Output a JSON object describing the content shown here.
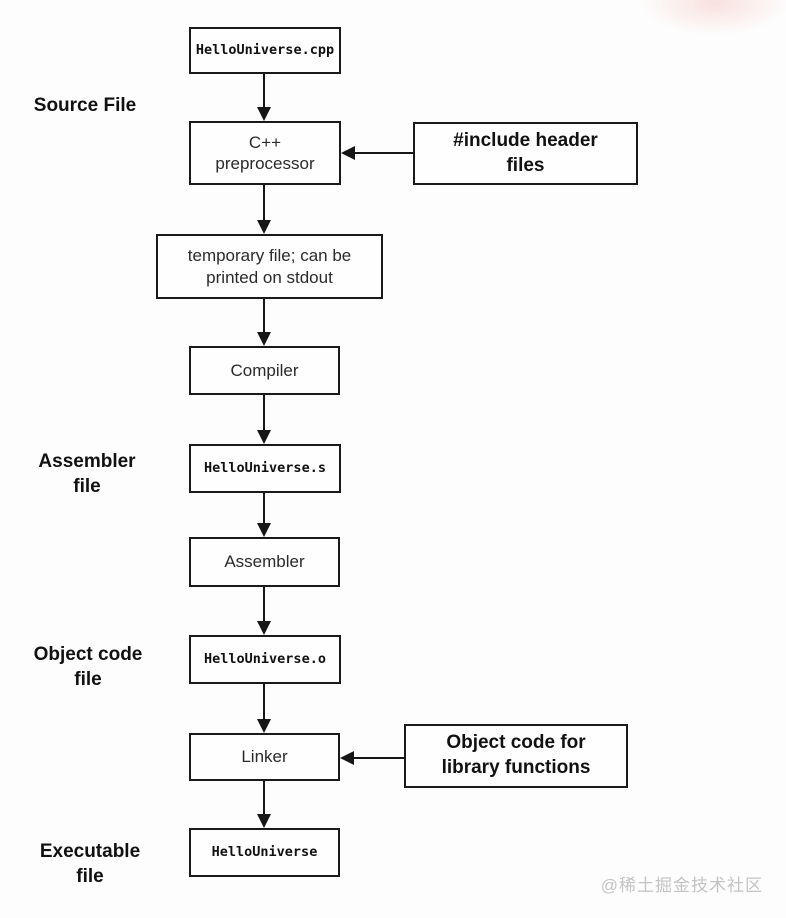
{
  "diagram": {
    "type": "flowchart",
    "subject": "C++ compilation pipeline"
  },
  "stage_labels": {
    "source": "Source File",
    "assembler": "Assembler\nfile",
    "object_code": "Object code\nfile",
    "executable": "Executable\nfile"
  },
  "nodes": {
    "source_file": "HelloUniverse.cpp",
    "preprocessor": "C++\npreprocessor",
    "temp_file": "temporary file; can be\nprinted on stdout",
    "compiler": "Compiler",
    "assembly_file": "HelloUniverse.s",
    "assembler": "Assembler",
    "object_file": "HelloUniverse.o",
    "linker": "Linker",
    "executable": "HelloUniverse",
    "include_headers": "#include header\nfiles",
    "library_object_code": "Object code for\nlibrary functions"
  },
  "edges": [
    {
      "from": "source_file",
      "to": "preprocessor"
    },
    {
      "from": "include_headers",
      "to": "preprocessor"
    },
    {
      "from": "preprocessor",
      "to": "temp_file"
    },
    {
      "from": "temp_file",
      "to": "compiler"
    },
    {
      "from": "compiler",
      "to": "assembly_file"
    },
    {
      "from": "assembly_file",
      "to": "assembler"
    },
    {
      "from": "assembler",
      "to": "object_file"
    },
    {
      "from": "object_file",
      "to": "linker"
    },
    {
      "from": "library_object_code",
      "to": "linker"
    },
    {
      "from": "linker",
      "to": "executable"
    }
  ],
  "watermark": "@稀土掘金技术社区",
  "colors": {
    "ink": "#1a1a1a",
    "background": "#fdfdfd",
    "watermark": "#c3c3c3"
  }
}
